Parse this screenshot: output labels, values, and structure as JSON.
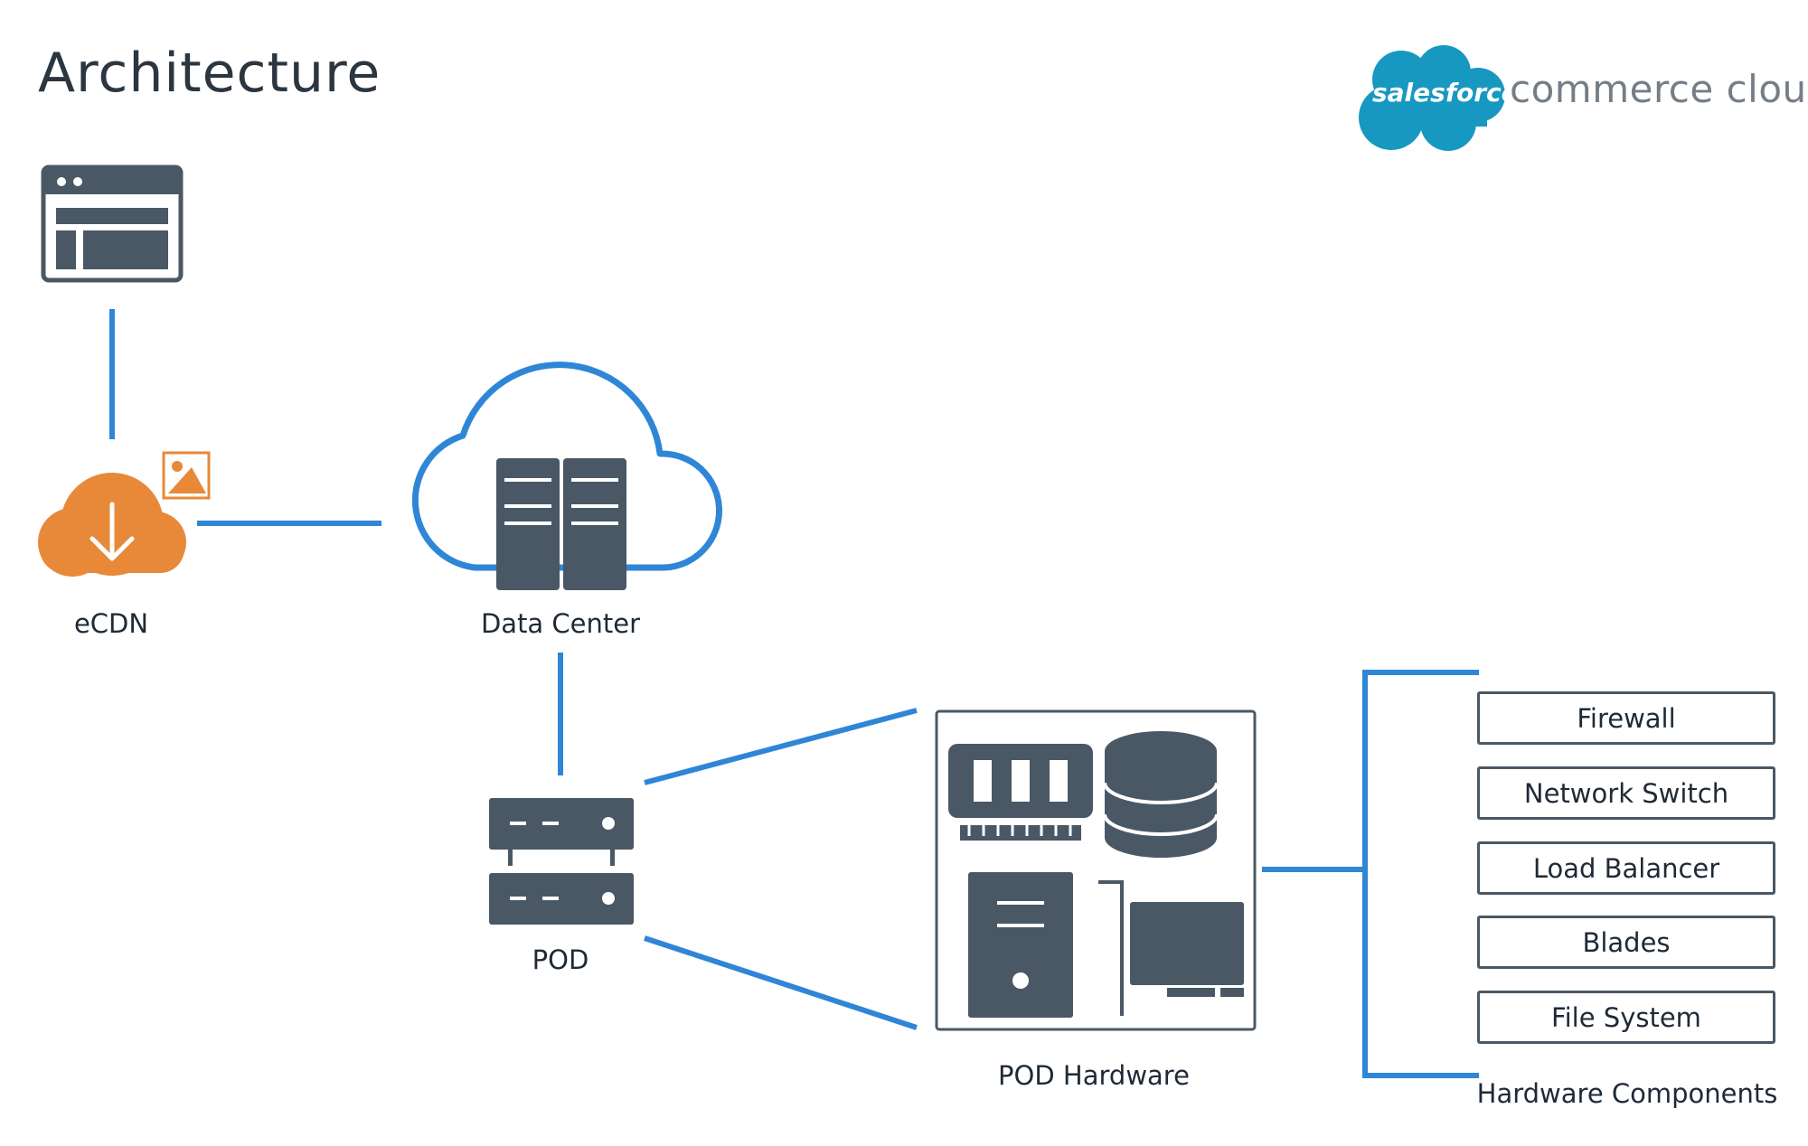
{
  "title": "Architecture",
  "brand": {
    "name": "salesforce",
    "product": "commerce cloud",
    "cloud_color": "#1798c1"
  },
  "colors": {
    "connector": "#2f86d6",
    "icon_dark": "#4a5866",
    "ecdn_orange": "#e8893a"
  },
  "nodes": {
    "ecdn": "eCDN",
    "data_center": "Data Center",
    "pod": "POD",
    "pod_hardware": "POD Hardware"
  },
  "hardware_components": {
    "label": "Hardware Components",
    "items": [
      "Firewall",
      "Network Switch",
      "Load Balancer",
      "Blades",
      "File System"
    ]
  },
  "icons": [
    "browser-window-icon",
    "cloud-download-icon",
    "image-icon",
    "cloud-server-icon",
    "server-rack-icon",
    "ram-icon",
    "database-icon",
    "tower-pc-icon",
    "monitor-icon"
  ]
}
